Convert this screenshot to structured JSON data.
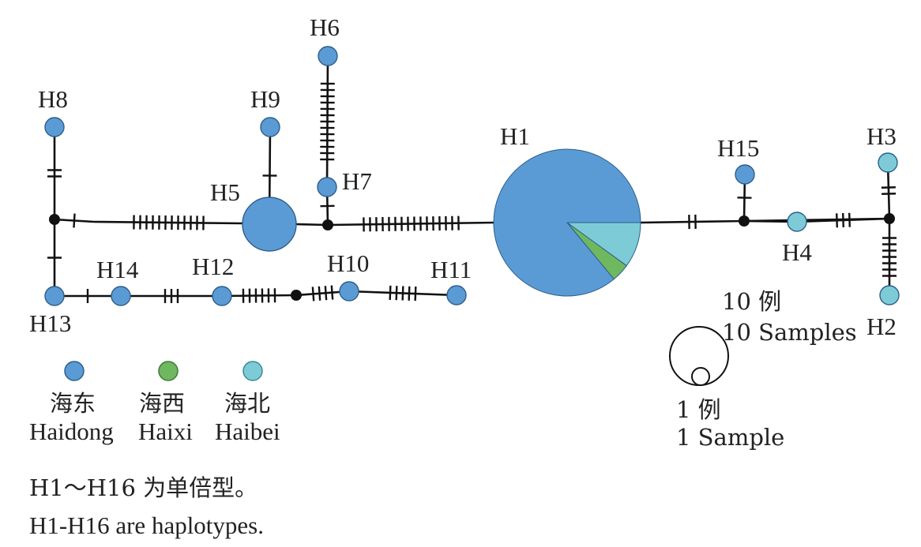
{
  "colors": {
    "haidong": "#5b9bd5",
    "haixi": "#70b85f",
    "haibei": "#7ecbd8",
    "median": "#111111",
    "line": "#111111"
  },
  "haplotypes": [
    {
      "id": "H1",
      "label": "H1",
      "haidong": 0.86,
      "haixi": 0.04,
      "haibei": 0.1
    },
    {
      "id": "H2",
      "label": "H2"
    },
    {
      "id": "H3",
      "label": "H3"
    },
    {
      "id": "H4",
      "label": "H4"
    },
    {
      "id": "H5",
      "label": "H5"
    },
    {
      "id": "H6",
      "label": "H6"
    },
    {
      "id": "H7",
      "label": "H7"
    },
    {
      "id": "H8",
      "label": "H8"
    },
    {
      "id": "H9",
      "label": "H9"
    },
    {
      "id": "H10",
      "label": "H10"
    },
    {
      "id": "H11",
      "label": "H11"
    },
    {
      "id": "H12",
      "label": "H12"
    },
    {
      "id": "H13",
      "label": "H13"
    },
    {
      "id": "H14",
      "label": "H14"
    },
    {
      "id": "H15",
      "label": "H15"
    }
  ],
  "legend": [
    {
      "key": "haidong",
      "zh": "海东",
      "en": "Haidong"
    },
    {
      "key": "haixi",
      "zh": "海西",
      "en": "Haixi"
    },
    {
      "key": "haibei",
      "zh": "海北",
      "en": "Haibei"
    }
  ],
  "scale": {
    "large_zh": "10 例",
    "large_en": "10  Samples",
    "small_zh": "1 例",
    "small_en": "1  Sample"
  },
  "footnote": {
    "zh": "H1～H16 为单倍型。",
    "en": "H1-H16  are  haplotypes."
  }
}
